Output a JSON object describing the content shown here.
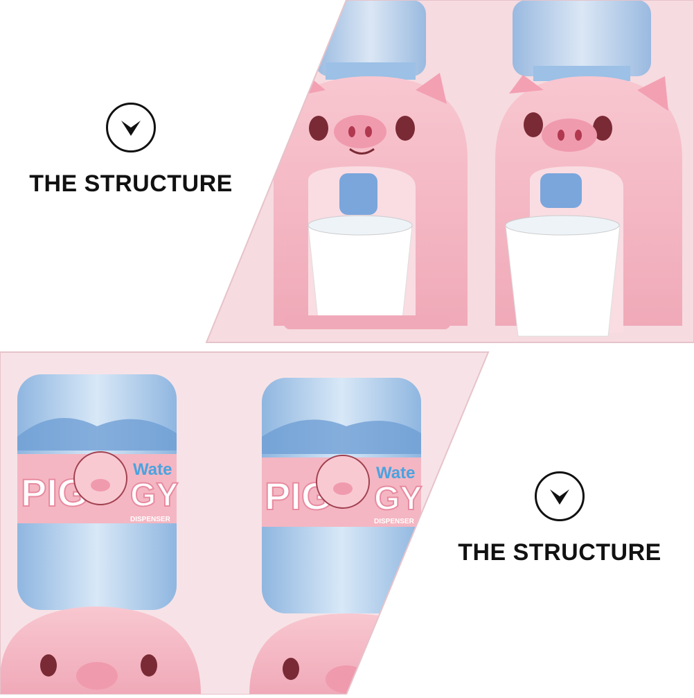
{
  "sections": [
    {
      "heading": "THE STRUCTURE",
      "icon": "chevron-down-icon"
    },
    {
      "heading": "THE STRUCTURE",
      "icon": "chevron-down-icon"
    }
  ],
  "bottle_label": {
    "brand_left": "PIG",
    "brand_right": "GY",
    "word": "Wate",
    "subtitle": "DISPENSER"
  },
  "colors": {
    "background": "#ffffff",
    "pink_backdrop": "#f6dbe0",
    "pig_pink": "#f4b6c2",
    "water_blue": "#a9c9ea",
    "tap_blue": "#7aa6dc",
    "label_blue": "#4aa3e0",
    "text": "#111111"
  }
}
